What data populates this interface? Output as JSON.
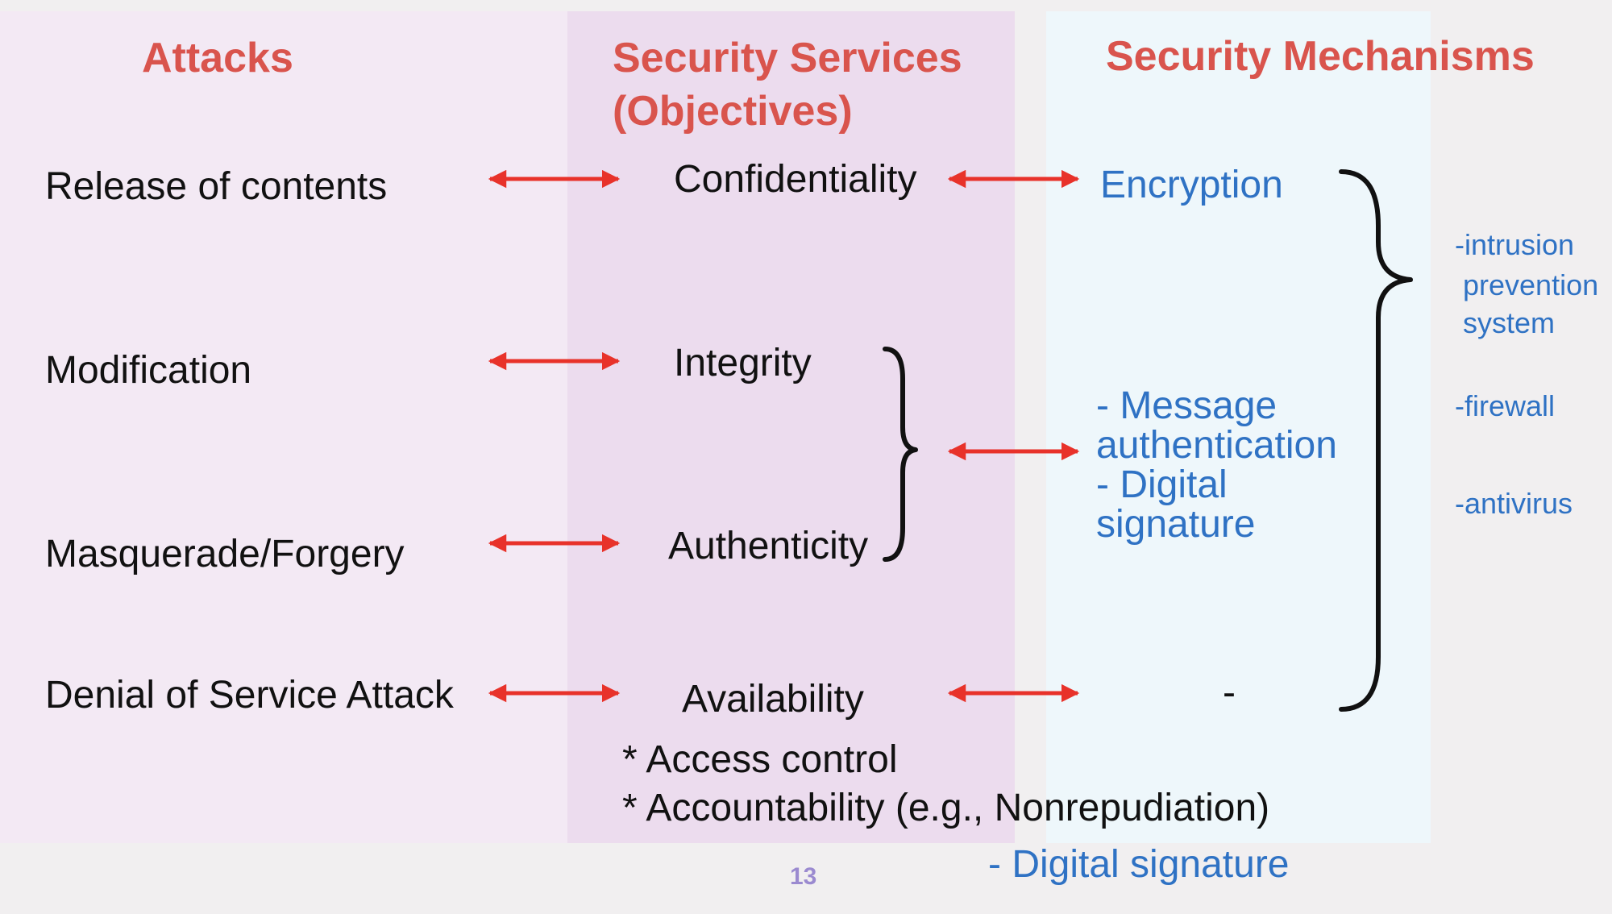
{
  "headers": {
    "attacks": "Attacks",
    "services_line1": "Security Services",
    "services_line2": "(Objectives)",
    "mechanisms": "Security Mechanisms"
  },
  "attacks": [
    "Release of contents",
    "Modification",
    "Masquerade/Forgery",
    "Denial of Service Attack"
  ],
  "services": [
    "Confidentiality",
    "Integrity",
    "Authenticity",
    "Availability"
  ],
  "mechanisms": {
    "encryption": "Encryption",
    "msg_auth_1": "- Message",
    "msg_auth_2": "authentication",
    "dig_sig_1": "- Digital",
    "dig_sig_2": "signature",
    "availability": "-"
  },
  "extra_services": [
    "* Access control",
    "* Accountability (e.g., Nonrepudiation)"
  ],
  "extra_mechanism": "- Digital signature",
  "side_tools": {
    "ips_1": "-intrusion",
    "ips_2": "prevention",
    "ips_3": "system",
    "firewall": "-firewall",
    "antivirus": "-antivirus"
  },
  "page_number": "13",
  "colors": {
    "header": "#d9544d",
    "mechanism_text": "#2f72c4",
    "arrow": "#e8322a"
  }
}
